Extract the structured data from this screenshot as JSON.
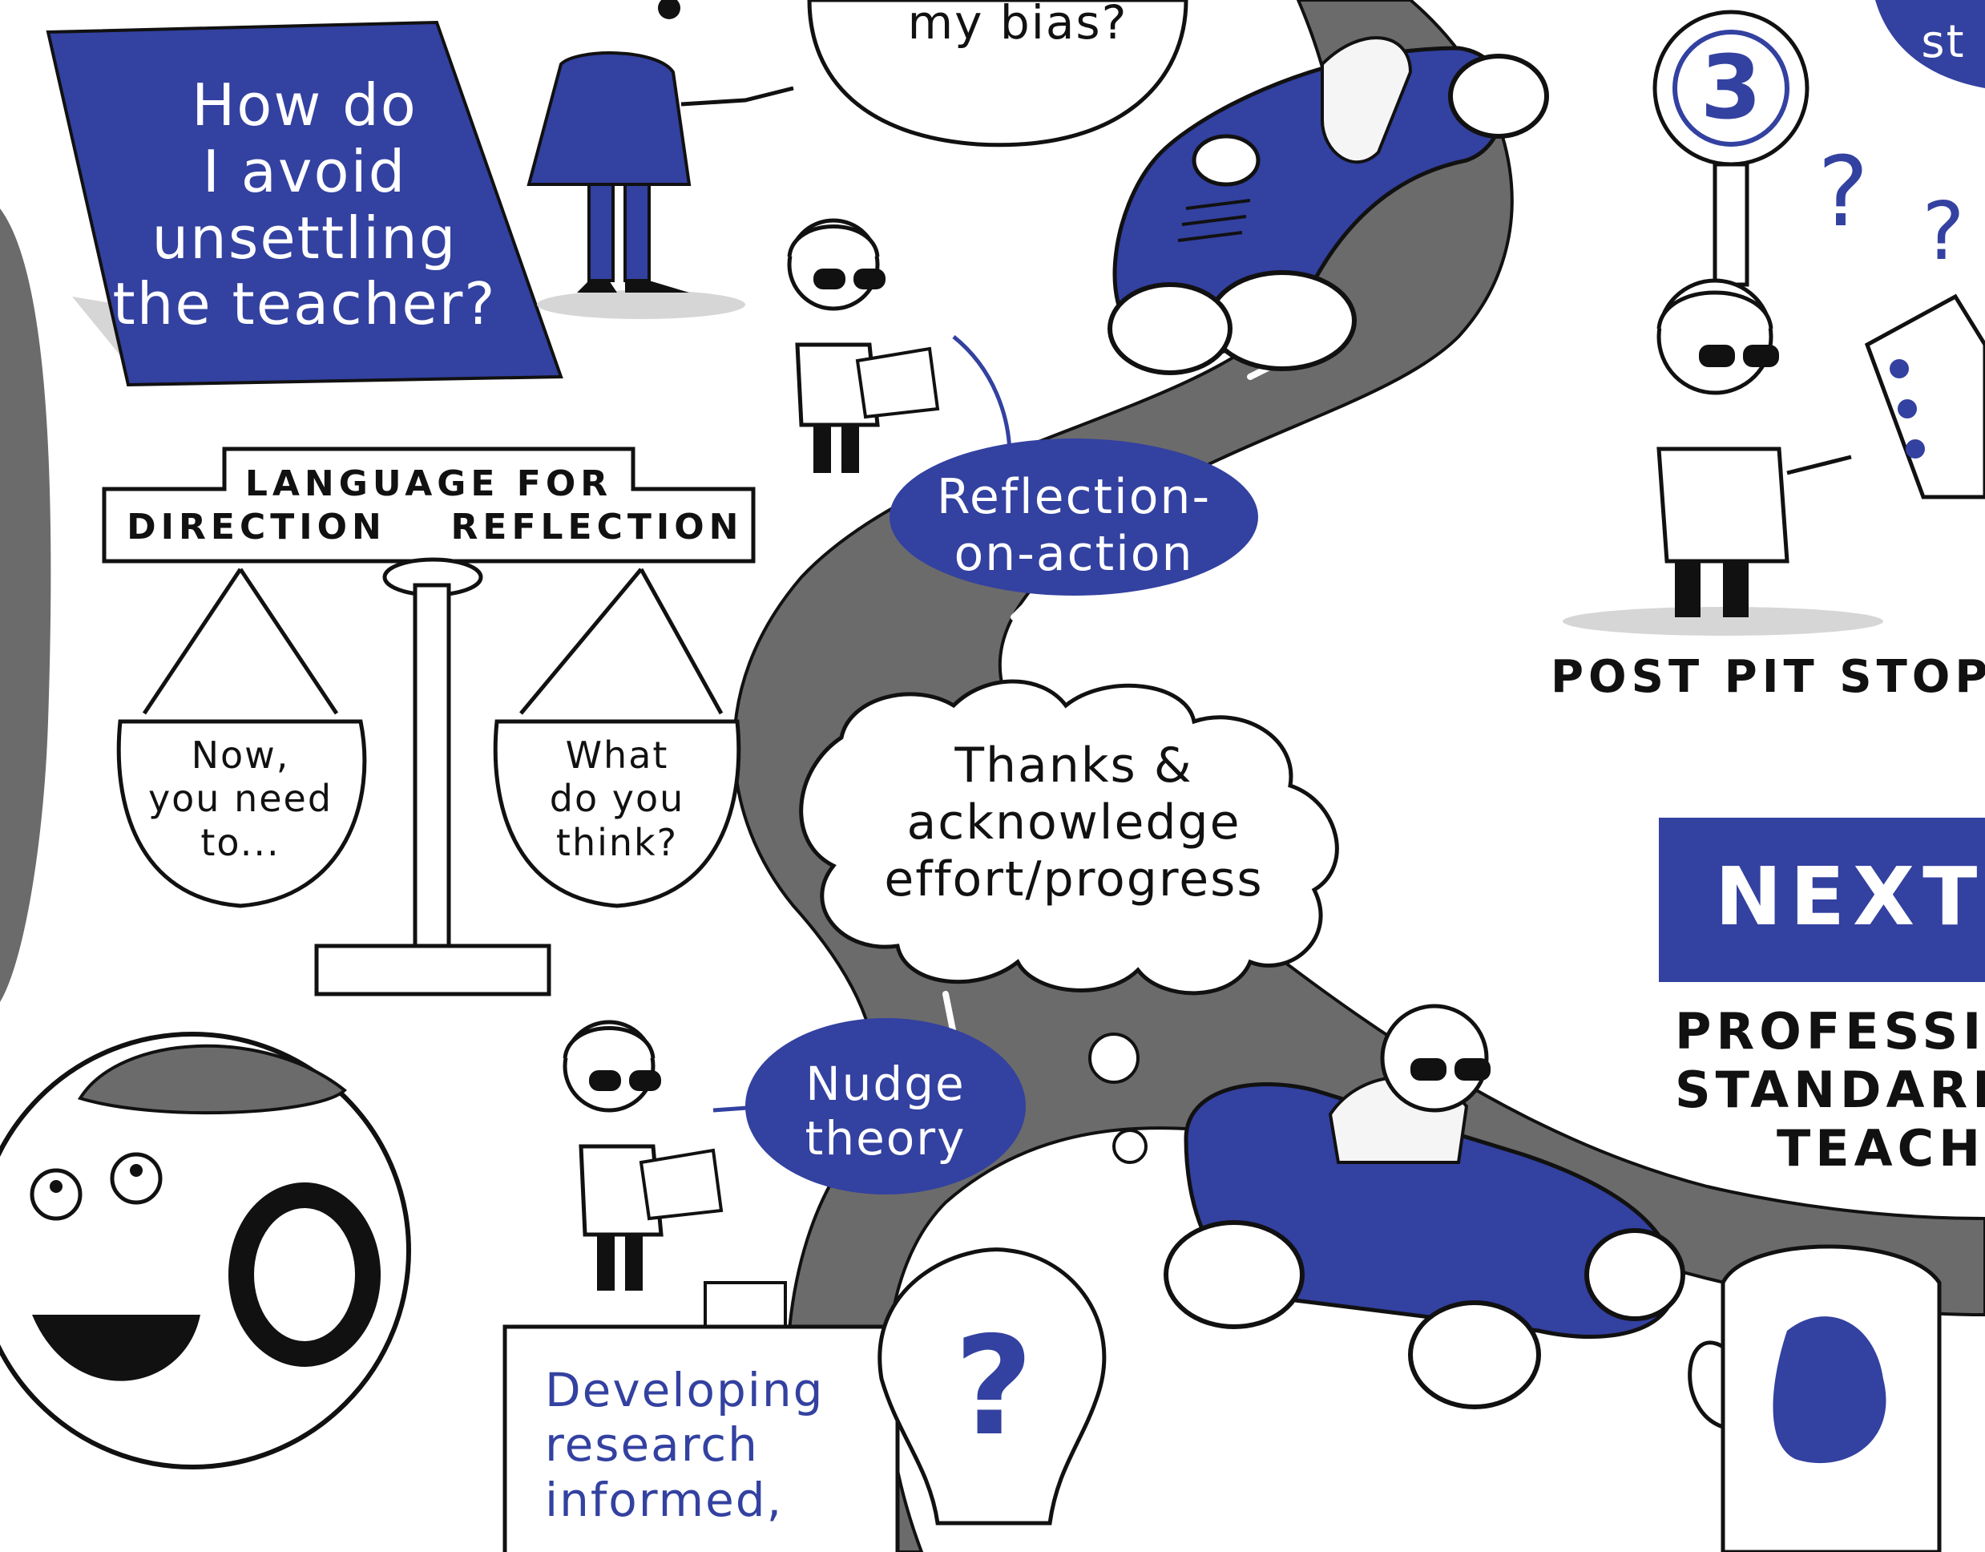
{
  "text": {
    "bias_bubble": "my bias?",
    "unsettling_question": "How do\nI avoid\nunsettling\nthe teacher?",
    "scale_title_top": "LANGUAGE FOR",
    "scale_title_left": "DIRECTION",
    "scale_title_right": "REFLECTION",
    "pan_left": "Now,\nyou need\nto...",
    "pan_right": "What\ndo you\nthink?",
    "reflection_tag": "Reflection-\non-action",
    "thanks_cloud": "Thanks &\nacknowledge\neffort/progress",
    "nudge_tag": "Nudge\ntheory",
    "research_box": "Developing\nresearch\ninformed,",
    "pit_stop_number": "3",
    "post_pit_stop": "POST PIT STOP",
    "next_banner": "NEXT",
    "professional_standards": "PROFESSI\nSTANDARD\nTEACH",
    "question_marks": "?",
    "lightbulb_mark": "?",
    "partial_top_right": "st"
  },
  "colors": {
    "blue": "#3341a0",
    "road": "#6b6b6b",
    "ink": "#111111",
    "shadow": "#d6d6d6"
  }
}
